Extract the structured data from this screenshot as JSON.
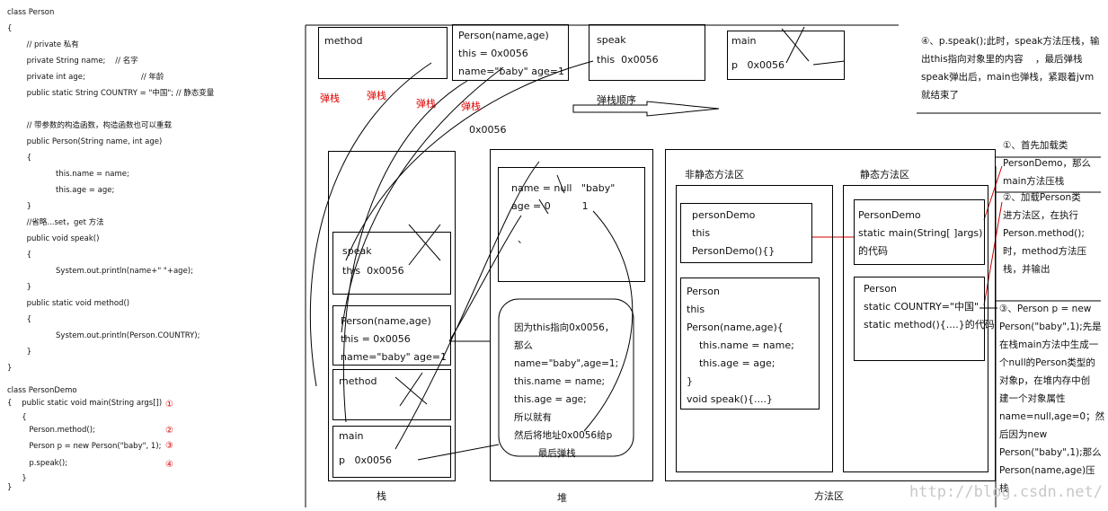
{
  "code": {
    "lines": [
      "class Person",
      "{",
      "        // private 私有",
      "        private String name;    // 名字",
      "        private int age;                       // 年龄",
      "        public static String COUNTRY = \"中国\"; // 静态变量",
      "",
      "        // 带参数的构造函数，构造函数也可以重载",
      "        public Person(String name, int age)",
      "        {",
      "                    this.name = name;",
      "                    this.age = age;",
      "        }",
      "        //省略...set，get 方法",
      "        public void speak()",
      "        {",
      "                    System.out.println(name+\" \"+age);",
      "        }",
      "        public static void method()",
      "        {",
      "                    System.out.println(Person.COUNTRY);",
      "        }",
      "}"
    ],
    "demo_lines": [
      "class PersonDemo",
      "{    public static void main(String args[])",
      "      {",
      "         Person.method();",
      "         Person p = new Person(\"baby\", 1);",
      "         p.speak();",
      "      }",
      "}"
    ],
    "markers": [
      "①",
      "②",
      "③",
      "④"
    ]
  },
  "top_frames": {
    "method": "method",
    "person_lines": [
      "Person(name,age)",
      "this = 0x0056",
      "name=\"baby\" age=1"
    ],
    "speak_lines": [
      "speak",
      "this  0x0056"
    ],
    "main_lines": [
      "main",
      "p   0x0056"
    ],
    "pop_label": "弹栈",
    "pop_order": "弹栈顺序",
    "address": "0x0056"
  },
  "stack": {
    "label": "栈",
    "speak": [
      "speak",
      "this  0x0056"
    ],
    "person": [
      "Person(name,age)",
      "this = 0x0056",
      "name=\"baby\" age=1"
    ],
    "method": [
      "method"
    ],
    "main": [
      "main",
      "p   0x0056"
    ]
  },
  "heap": {
    "label": "堆",
    "object_lines": [
      "name = null   \"baby\"",
      "age = 0          1"
    ],
    "dot": "、",
    "bubble_lines": [
      "因为this指向0x0056，",
      "那么",
      "name=\"baby\",age=1;",
      "this.name = name;",
      "this.age = age;",
      "所以就有",
      "然后将地址0x0056给p",
      "        最后弹栈"
    ]
  },
  "method_area": {
    "label": "方法区",
    "non_static_title": "非静态方法区",
    "static_title": "静态方法区",
    "persondemo_lines": [
      "personDemo",
      "this",
      "PersonDemo(){}"
    ],
    "person_lines": [
      "Person",
      "this",
      "Person(name,age){",
      "    this.name = name;",
      "    this.age = age;",
      "}",
      "void speak(){....}"
    ],
    "static_demo_lines": [
      "PersonDemo",
      "static main(String[ ]args)",
      "的代码"
    ],
    "static_person_lines": [
      "Person",
      "static COUNTRY=\"中国\"",
      "static method(){....}的代码"
    ]
  },
  "notes": {
    "n4": "④、p.speak();此时，speak方法压栈，输\n出this指向对象里的内容    ，最后弹栈\nspeak弹出后，main也弹栈，紧跟着jvm\n就结束了",
    "n1": "①、首先加载类\nPersonDemo，那么\nmain方法压栈",
    "n2": "②、加载Person类\n进方法区，在执行\nPerson.method();\n时，method方法压\n栈，并输出",
    "n3": "③、Person p = new\nPerson(\"baby\",1);先是\n在栈main方法中生成一\n个null的Person类型的\n对象p，在堆内存中创\n建一个对象属性\nname=null,age=0；然\n后因为new\nPerson(\"baby\",1);那么\nPerson(name,age)压\n栈"
  },
  "watermark": "http://blog.csdn.net/"
}
